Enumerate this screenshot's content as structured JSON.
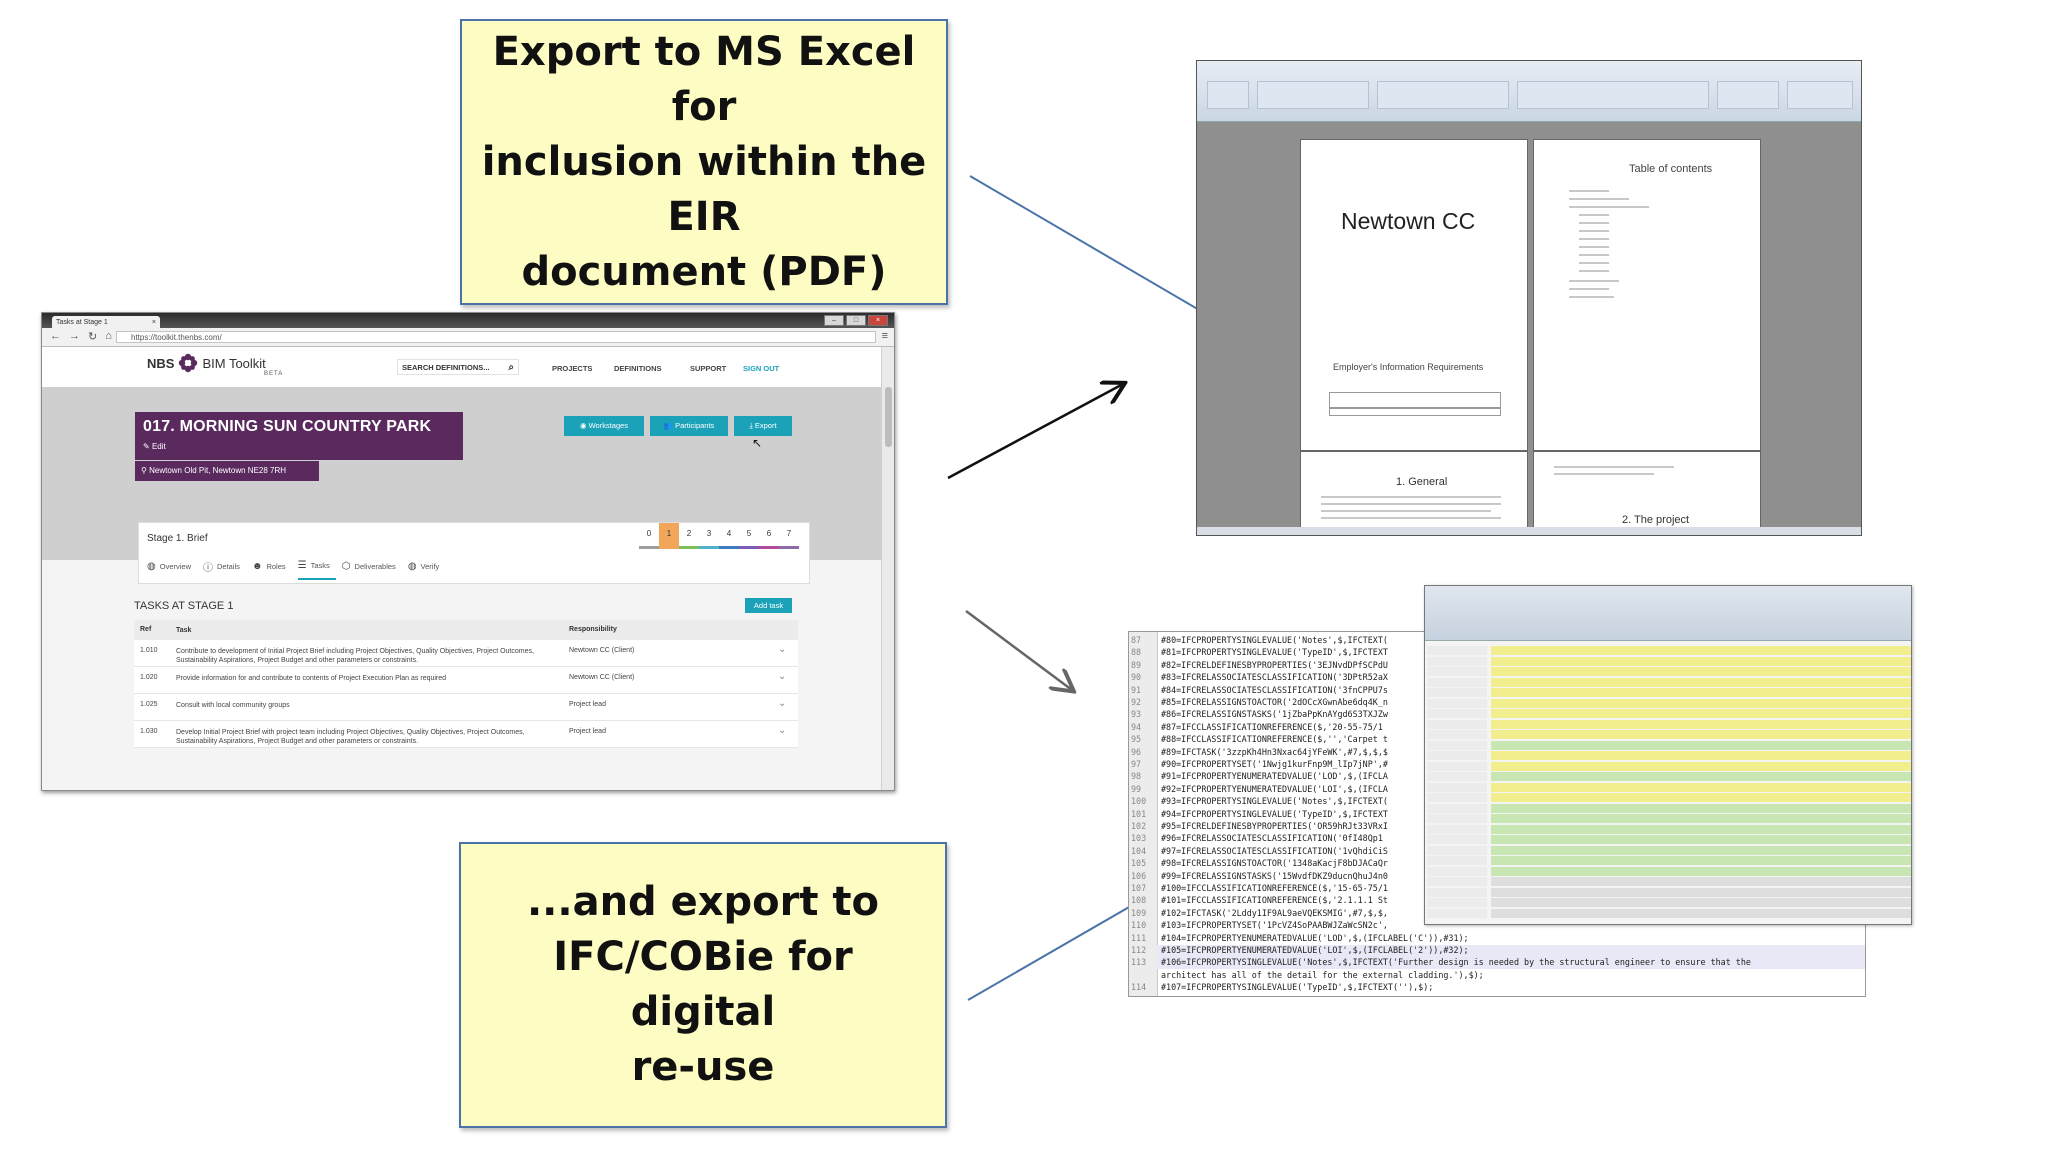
{
  "callouts": {
    "top": [
      "Export to MS Excel for",
      "inclusion within the EIR",
      "document (PDF)"
    ],
    "bottom": [
      "...and export to",
      "IFC/COBie for digital",
      "re-use"
    ]
  },
  "browser": {
    "tab_title": "Tasks at Stage 1",
    "url": "https://toolkit.thenbs.com/",
    "window_controls": [
      "Minimize",
      "Maximize",
      "Close"
    ]
  },
  "site": {
    "logo_nbs": "NBS",
    "logo_bim": "BIM Toolkit",
    "logo_beta": "BETA",
    "search_placeholder": "SEARCH DEFINITIONS...",
    "nav": [
      "PROJECTS",
      "DEFINITIONS",
      "SUPPORT",
      "SIGN OUT"
    ]
  },
  "project": {
    "title": "017. MORNING SUN COUNTRY PARK",
    "edit": "Edit",
    "location": "Newtown Old Pit, Newtown NE28 7RH",
    "buttons": [
      "Workstages",
      "Participants",
      "Export"
    ]
  },
  "stage": {
    "name": "Stage 1. Brief",
    "numbers": [
      "0",
      "1",
      "2",
      "3",
      "4",
      "5",
      "6",
      "7"
    ],
    "active_index": 1,
    "stage_colors": [
      "#9e9e9e",
      "#f2a65a",
      "#7fbf5a",
      "#4fb3c8",
      "#3e7cc2",
      "#7a5bb5",
      "#b04b9a",
      "#8c6ba8"
    ],
    "subnav": [
      "Overview",
      "Details",
      "Roles",
      "Tasks",
      "Deliverables",
      "Verify"
    ],
    "subnav_active": "Tasks"
  },
  "tasks": {
    "heading": "TASKS AT STAGE 1",
    "add_button": "Add task",
    "columns": [
      "Ref",
      "Task",
      "Responsibility"
    ],
    "rows": [
      {
        "ref": "1.010",
        "task": "Contribute to development of Initial Project Brief including Project Objectives, Quality Objectives, Project Outcomes, Sustainability Aspirations, Project Budget and other parameters or constraints.",
        "resp": "Newtown CC (Client)"
      },
      {
        "ref": "1.020",
        "task": "Provide information for and contribute to contents of Project Execution Plan as required",
        "resp": "Newtown CC (Client)"
      },
      {
        "ref": "1.025",
        "task": "Consult with local community groups",
        "resp": "Project lead"
      },
      {
        "ref": "1.030",
        "task": "Develop Initial Project Brief with project team including Project Objectives, Quality Objectives, Project Outcomes, Sustainability Aspirations, Project Budget and other parameters or constraints.",
        "resp": "Project lead"
      }
    ]
  },
  "word_doc": {
    "title": "Newtown CC",
    "subtitle": "Employer's Information Requirements",
    "toc_heading": "Table of contents",
    "section_1": "1. General",
    "section_2": "2. The project"
  },
  "code_lines": [
    {
      "n": "87",
      "t": "#80=IFCPROPERTYSINGLEVALUE('Notes',$,IFCTEXT("
    },
    {
      "n": "88",
      "t": "#81=IFCPROPERTYSINGLEVALUE('TypeID',$,IFCTEXT"
    },
    {
      "n": "89",
      "t": "#82=IFCRELDEFINESBYPROPERTIES('3EJNvdDPfSCPdU"
    },
    {
      "n": "90",
      "t": "#83=IFCRELASSOCIATESCLASSIFICATION('3DPtR52aX"
    },
    {
      "n": "91",
      "t": "#84=IFCRELASSOCIATESCLASSIFICATION('3fnCPPU7s"
    },
    {
      "n": "92",
      "t": "#85=IFCRELASSIGNSTOACTOR('2dOCcXGwnAbe6dq4K_n"
    },
    {
      "n": "93",
      "t": "#86=IFCRELASSIGNSTASKS('1jZbaPpKnAYgd6S3TXJZw"
    },
    {
      "n": "94",
      "t": "#87=IFCCLASSIFICATIONREFERENCE($,'20-55-75/1"
    },
    {
      "n": "95",
      "t": "#88=IFCCLASSIFICATIONREFERENCE($,'','Carpet t"
    },
    {
      "n": "96",
      "t": "#89=IFCTASK('3zzpKh4Hn3Nxac64jYFeWK',#7,$,$,$"
    },
    {
      "n": "97",
      "t": "#90=IFCPROPERTYSET('1Nwjg1kurFnp9M_lIp7jNP',#"
    },
    {
      "n": "98",
      "t": "#91=IFCPROPERTYENUMERATEDVALUE('LOD',$,(IFCLA"
    },
    {
      "n": "99",
      "t": "#92=IFCPROPERTYENUMERATEDVALUE('LOI',$,(IFCLA"
    },
    {
      "n": "100",
      "t": "#93=IFCPROPERTYSINGLEVALUE('Notes',$,IFCTEXT("
    },
    {
      "n": "101",
      "t": "#94=IFCPROPERTYSINGLEVALUE('TypeID',$,IFCTEXT"
    },
    {
      "n": "102",
      "t": "#95=IFCRELDEFINESBYPROPERTIES('OR59hRJt33VRxI"
    },
    {
      "n": "103",
      "t": "#96=IFCRELASSOCIATESCLASSIFICATION('0fI48Qp1"
    },
    {
      "n": "104",
      "t": "#97=IFCRELASSOCIATESCLASSIFICATION('1vQhdiCiS"
    },
    {
      "n": "105",
      "t": "#98=IFCRELASSIGNSTOACTOR('1348aKacjF8bDJACaQr"
    },
    {
      "n": "106",
      "t": "#99=IFCRELASSIGNSTASKS('15WvdfDKZ9ducnQhuJ4n0"
    },
    {
      "n": "107",
      "t": "#100=IFCCLASSIFICATIONREFERENCE($,'15-65-75/1"
    },
    {
      "n": "108",
      "t": "#101=IFCCLASSIFICATIONREFERENCE($,'2.1.1.1 St"
    },
    {
      "n": "109",
      "t": "#102=IFCTASK('2Lddy1IF9AL9aeVQEKSMIG',#7,$,$,"
    },
    {
      "n": "110",
      "t": "#103=IFCPROPERTYSET('1PcVZ4SoPAABWJZaWcSN2c',"
    },
    {
      "n": "111",
      "t": "#104=IFCPROPERTYENUMERATEDVALUE('LOD',$,(IFCLABEL('C')),#31);"
    },
    {
      "n": "112",
      "t": "#105=IFCPROPERTYENUMERATEDVALUE('LOI',$,(IFCLABEL('2')),#32);"
    },
    {
      "n": "113",
      "t": "#106=IFCPROPERTYSINGLEVALUE('Notes',$,IFCTEXT('Further design is needed by the structural engineer to ensure that the"
    },
    {
      "n": "",
      "t": "architect has all of the detail for the external cladding.'),$);"
    },
    {
      "n": "114",
      "t": "#107=IFCPROPERTYSINGLEVALUE('TypeID',$,IFCTEXT(''),$);"
    }
  ]
}
